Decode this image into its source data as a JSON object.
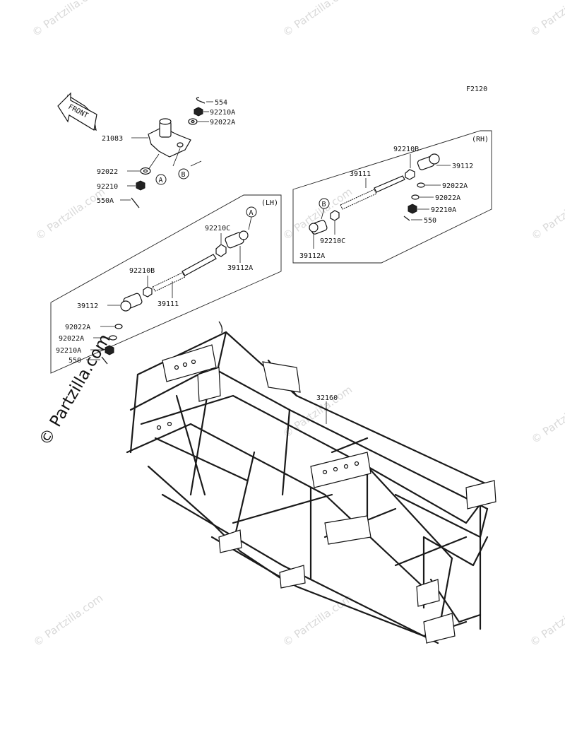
{
  "figure_code": "F2120",
  "watermark": {
    "text": "© Partzilla.com",
    "main_text": "© Partzilla.com"
  },
  "front_arrow": {
    "label": "FRONT"
  },
  "lh_box": {
    "title": "(LH)"
  },
  "rh_box": {
    "title": "(RH)"
  },
  "callouts": {
    "a": "A",
    "b": "B"
  },
  "labels": {
    "p554": "554",
    "p92210A_top": "92210A",
    "p92022A_top": "92022A",
    "p21083": "21083",
    "p92022": "92022",
    "p92210": "92210",
    "p550A": "550A",
    "lh_92210C": "92210C",
    "lh_39112A": "39112A",
    "lh_92210B": "92210B",
    "lh_39112": "39112",
    "lh_39111": "39111",
    "lh_92022A_1": "92022A",
    "lh_92022A_2": "92022A",
    "lh_92210A": "92210A",
    "lh_550": "550",
    "rh_92210B": "92210B",
    "rh_39111": "39111",
    "rh_39112": "39112",
    "rh_92022A_1": "92022A",
    "rh_92022A_2": "92022A",
    "rh_92210A": "92210A",
    "rh_550": "550",
    "rh_92210C": "92210C",
    "rh_39112A": "39112A",
    "p32160": "32160"
  }
}
